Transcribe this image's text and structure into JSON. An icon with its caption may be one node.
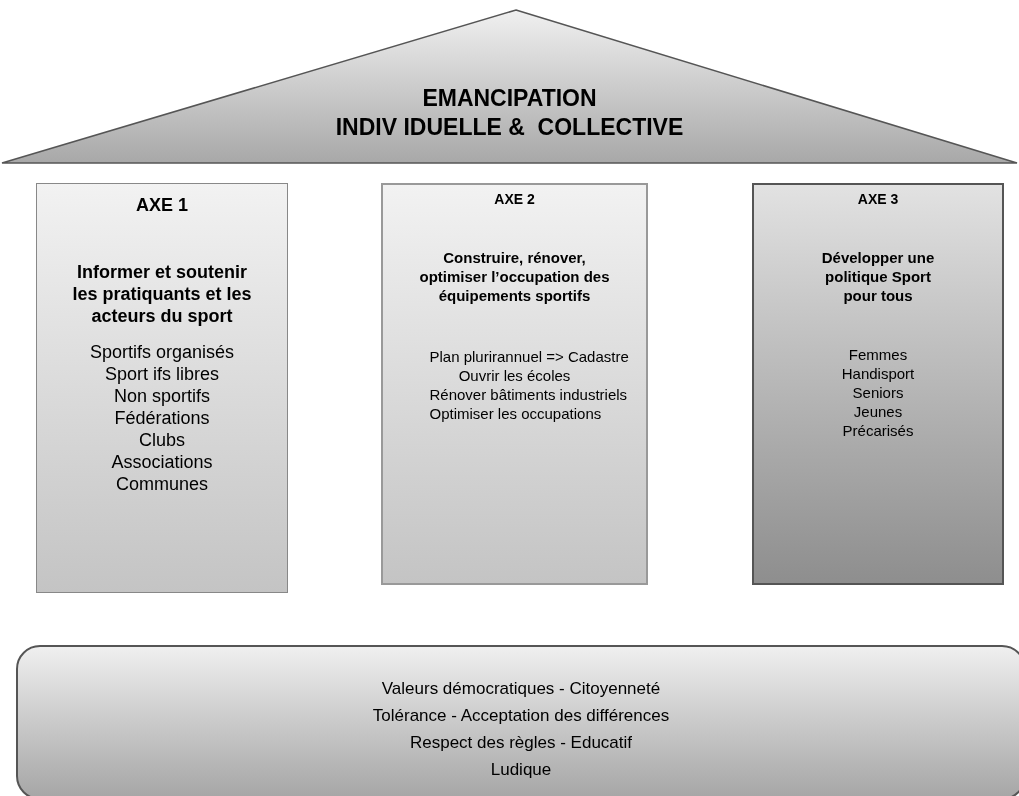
{
  "diagram": {
    "nodes": [
      {
        "text": [
          "EMANCIPATION",
          "INDIV IDUELLE &  COLLECTIVE"
        ]
      },
      {
        "text": [
          "AXE 1",
          "Informer et soutenir les pratiquants et les acteurs du sport",
          "Sportifs organisés",
          "Sport ifs libres",
          "Non sportifs",
          "Fédérations",
          "Clubs",
          "Associations",
          "Communes"
        ]
      },
      {
        "text": [
          "AXE 2",
          "Construire, rénover, optimiser  l’occupation des équipements sportifs",
          "Plan plurirannuel => Cadastre",
          "Ouvrir les écoles",
          "Rénover bâtiments industriels",
          "Optimiser les occupations"
        ]
      },
      {
        "text": [
          "AXE 3",
          "Développer une politique Sport pour tous",
          "Femmes",
          "Handisport",
          "Seniors",
          "Jeunes",
          "Précarisés"
        ]
      },
      {
        "text": [
          "Valeurs démocratiques - Citoyenneté",
          "Tolérance - Acceptation des différences",
          "Respect des règles - Educatif",
          "Ludique"
        ]
      }
    ]
  }
}
